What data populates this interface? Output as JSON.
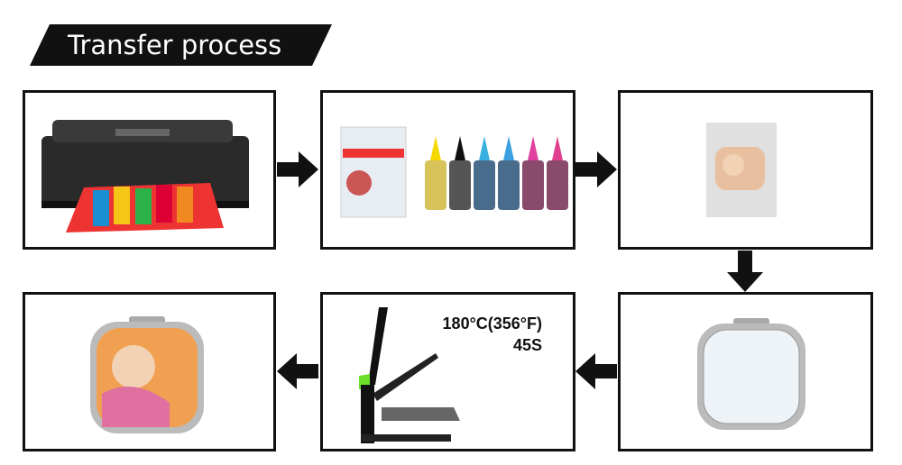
{
  "title": "Transfer process",
  "steps": [
    {
      "name": "print",
      "icon": "printer"
    },
    {
      "name": "supplies",
      "icon": "sublimation-paper-and-inks"
    },
    {
      "name": "printed-transfer",
      "icon": "printed-photo"
    },
    {
      "name": "blank-mirror",
      "icon": "blank-compact-mirror"
    },
    {
      "name": "heat-press",
      "icon": "heat-press",
      "temperature": "180°C(356°F)",
      "time": "45S"
    },
    {
      "name": "finished-mirror",
      "icon": "printed-compact-mirror"
    }
  ],
  "colors": {
    "border": "#111111",
    "banner": "#111111",
    "press_accent": "#6be02a"
  }
}
